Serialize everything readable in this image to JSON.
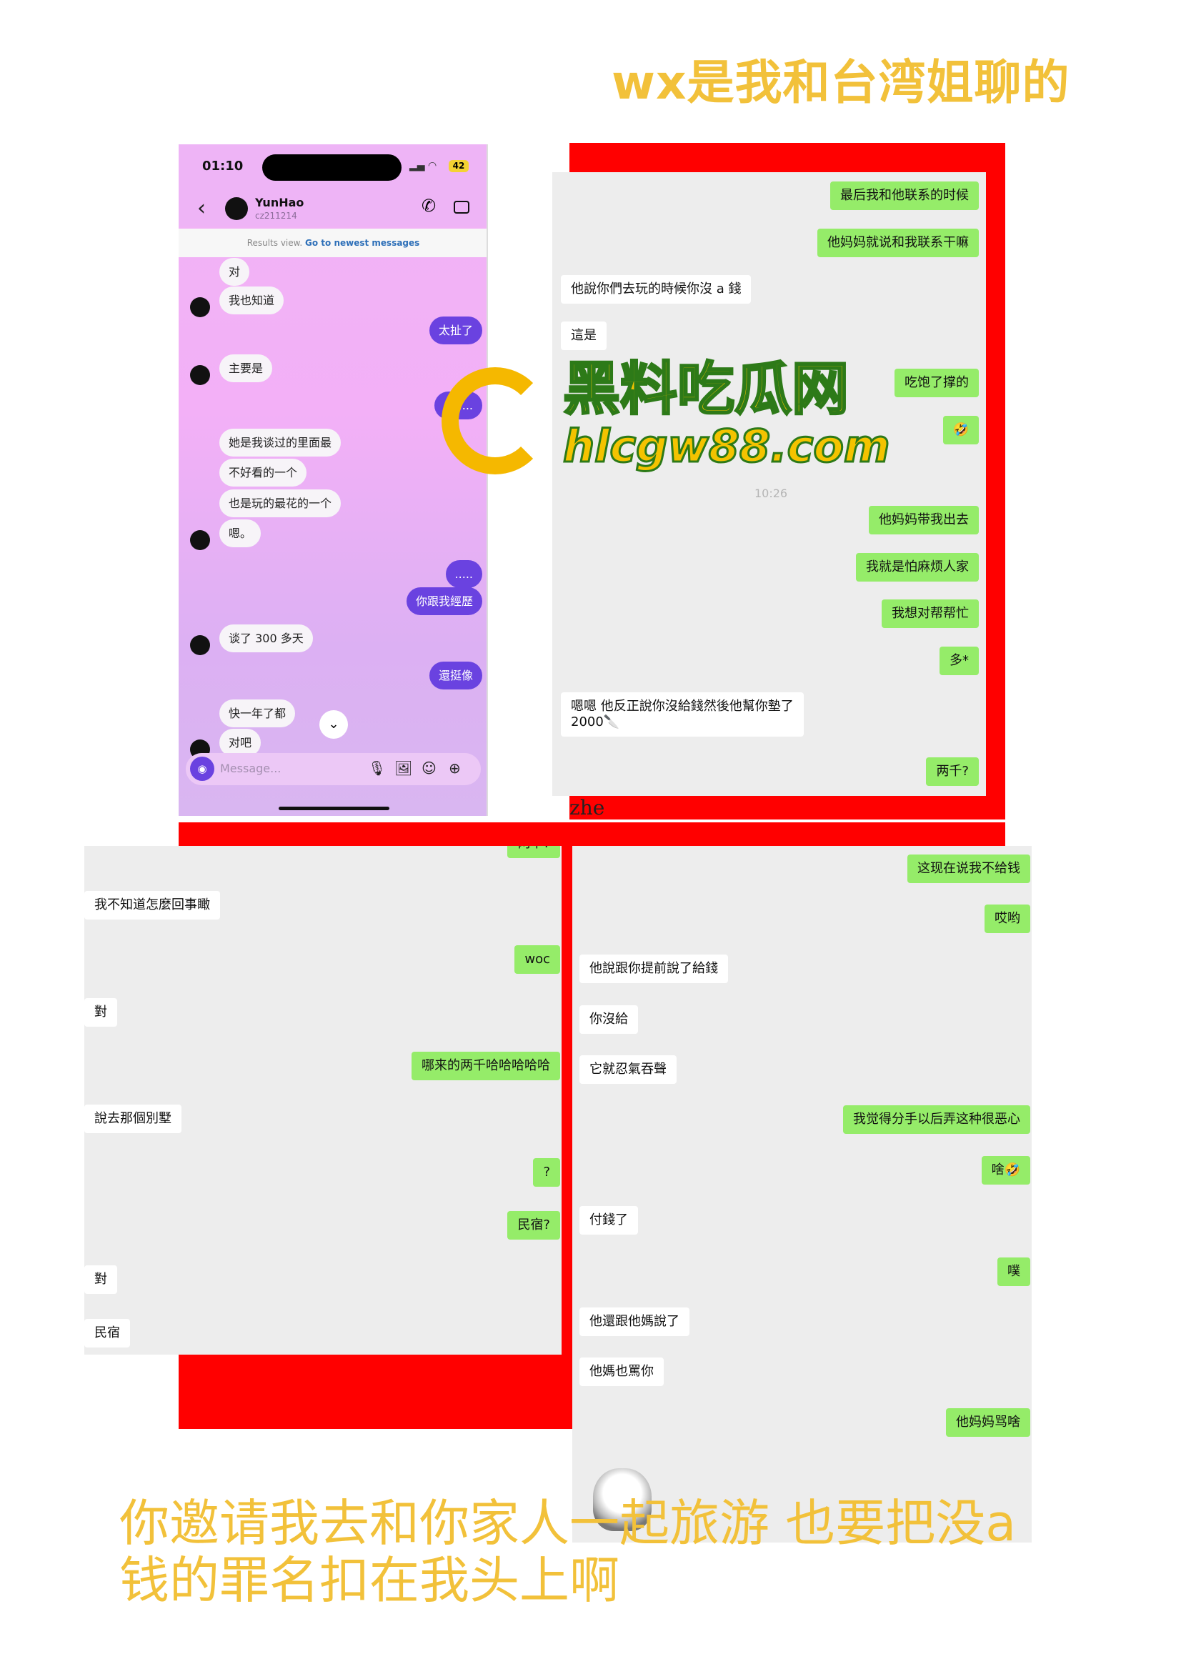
{
  "title": "wx是我和台湾姐聊的",
  "caption": "你邀请我去和你家人一起旅游 也要把没a钱的罪名扣在我头上啊",
  "colors": {
    "caption": "#f2c13a",
    "frame_red": "#ff0000",
    "wechat_green": "#95ec69",
    "ig_purple": "#6a42e0"
  },
  "instagram": {
    "status_time": "01:10",
    "battery": "42",
    "contact_name": "YunHao",
    "contact_username": "cz211214",
    "banner_text": "Results view.",
    "banner_link": "Go to newest messages",
    "input_placeholder": "Message...",
    "icons": [
      "back-icon",
      "phone-icon",
      "video-icon",
      "camera-icon",
      "mic-icon",
      "image-icon",
      "sticker-icon",
      "plus-icon",
      "chevron-down-icon"
    ],
    "messages": [
      {
        "side": "l",
        "text": "对"
      },
      {
        "side": "l",
        "text": "我也知道"
      },
      {
        "side": "r",
        "text": "太扯了"
      },
      {
        "side": "l",
        "text": "主要是"
      },
      {
        "side": "r",
        "text": "........"
      },
      {
        "side": "l",
        "text": "她是我谈过的里面最"
      },
      {
        "side": "l",
        "text": "不好看的一个"
      },
      {
        "side": "l",
        "text": "也是玩的最花的一个"
      },
      {
        "side": "l",
        "text": "嗯。"
      },
      {
        "side": "r",
        "text": "....."
      },
      {
        "side": "r",
        "text": "你跟我經歷"
      },
      {
        "side": "l",
        "text": "谈了 300 多天"
      },
      {
        "side": "r",
        "text": "還挺像"
      },
      {
        "side": "l",
        "text": "快一年了都"
      },
      {
        "side": "l",
        "text": "对吧"
      }
    ]
  },
  "wechat_1": {
    "time": "10:26",
    "footer_text": "zhe",
    "messages": [
      {
        "side": "r",
        "text": "最后我和他联系的时候"
      },
      {
        "side": "r",
        "text": "他妈妈就说和我联系干嘛"
      },
      {
        "side": "l",
        "text": "他說你們去玩的時候你沒 a 錢"
      },
      {
        "side": "l",
        "text": "這是"
      },
      {
        "side": "r",
        "text": "吃饱了撑的"
      },
      {
        "side": "r",
        "text": "🤣"
      },
      {
        "side": "r",
        "text": "他妈妈带我出去"
      },
      {
        "side": "r",
        "text": "我就是怕麻烦人家"
      },
      {
        "side": "r",
        "text": "我想对帮帮忙"
      },
      {
        "side": "r",
        "text": "多*"
      },
      {
        "side": "l",
        "text": "嗯嗯 他反正說你沒給錢然後他幫你墊了\n2000🔪"
      },
      {
        "side": "r",
        "text": "两千?"
      }
    ]
  },
  "wechat_2": {
    "messages": [
      {
        "side": "r",
        "text": "两千?"
      },
      {
        "side": "l",
        "text": "我不知道怎麼回事瞰"
      },
      {
        "side": "r",
        "text": "woc"
      },
      {
        "side": "l",
        "text": "對"
      },
      {
        "side": "r",
        "text": "哪来的两千哈哈哈哈哈"
      },
      {
        "side": "l",
        "text": "說去那個別墅"
      },
      {
        "side": "r",
        "text": "?"
      },
      {
        "side": "r",
        "text": "民宿?"
      },
      {
        "side": "l",
        "text": "對"
      },
      {
        "side": "l",
        "text": "民宿"
      }
    ]
  },
  "wechat_3": {
    "messages": [
      {
        "side": "r",
        "text": "这现在说我不给钱"
      },
      {
        "side": "r",
        "text": "哎哟"
      },
      {
        "side": "l",
        "text": "他說跟你提前說了給錢"
      },
      {
        "side": "l",
        "text": "你沒給"
      },
      {
        "side": "l",
        "text": "它就忍氣吞聲"
      },
      {
        "side": "r",
        "text": "我觉得分手以后弄这种很恶心"
      },
      {
        "side": "r",
        "text": "啥🤣"
      },
      {
        "side": "l",
        "text": "付錢了"
      },
      {
        "side": "r",
        "text": "噗"
      },
      {
        "side": "l",
        "text": "他還跟他媽說了"
      },
      {
        "side": "l",
        "text": "他媽也罵你"
      },
      {
        "side": "r",
        "text": "他妈妈骂啥"
      }
    ]
  },
  "watermark": {
    "cn": "黑料吃瓜网",
    "url": "hlcgw88.com"
  }
}
